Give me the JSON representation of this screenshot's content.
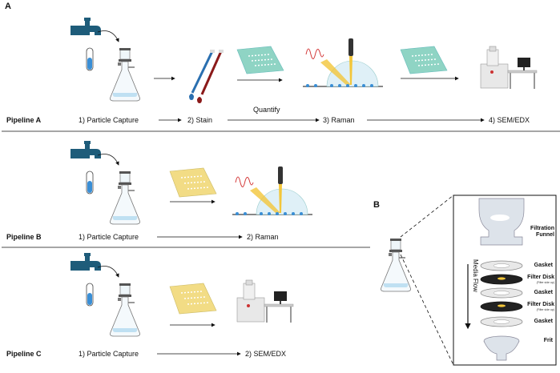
{
  "panel_a": {
    "letter": "A",
    "pipelines": [
      {
        "name": "Pipeline A",
        "steps": [
          "1) Particle Capture",
          "2) Stain",
          "3) Raman",
          "4) SEM/EDX"
        ],
        "arrow_label": "Quantify"
      },
      {
        "name": "Pipeline B",
        "steps": [
          "1) Particle Capture",
          "2) Raman"
        ]
      },
      {
        "name": "Pipeline C",
        "steps": [
          "1) Particle Capture",
          "2) SEM/EDX"
        ]
      }
    ]
  },
  "panel_b": {
    "letter": "B",
    "flow_label": "Media Flow",
    "layers": [
      {
        "label": "Filtration\nFunnel",
        "sublabel": ""
      },
      {
        "label": "Gasket",
        "sublabel": ""
      },
      {
        "label": "Filter Disk",
        "sublabel": "(Filter side up)"
      },
      {
        "label": "Gasket",
        "sublabel": ""
      },
      {
        "label": "Filter Disk",
        "sublabel": "(Filter side up)"
      },
      {
        "label": "Gasket",
        "sublabel": ""
      },
      {
        "label": "Frit",
        "sublabel": ""
      }
    ]
  },
  "colors": {
    "faucet": "#1e5c7a",
    "water": "#3a8fd6",
    "stain_blue": "#2a6fb0",
    "stain_red": "#8b1a1a",
    "filter_green": "#8fd4c4",
    "filter_yellow": "#f2dc85",
    "laser": "#f3c63a",
    "raman_signal": "#d43a3a",
    "dome": "#dff0f7"
  }
}
